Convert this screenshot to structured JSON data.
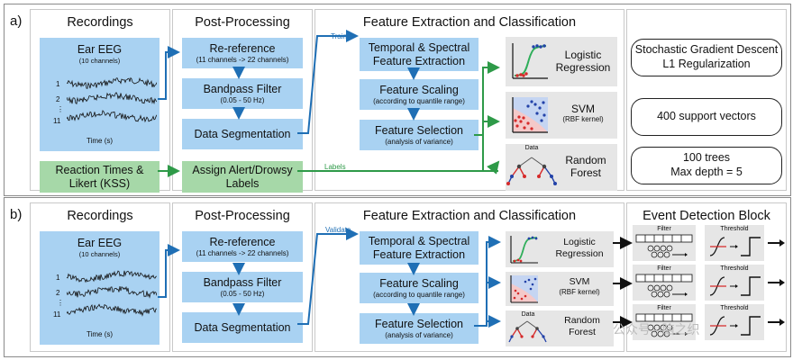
{
  "panel_a": {
    "label": "a)",
    "recordings": {
      "title": "Recordings",
      "eeg_title": "Ear EEG",
      "eeg_sub": "(10 channels)",
      "channel_labels": [
        "1",
        "2",
        "⋮",
        "11"
      ],
      "time_label": "Time (s)",
      "reaction_box": [
        "Reaction Times &",
        "Likert (KSS)"
      ]
    },
    "post": {
      "title": "Post-Processing",
      "reref": {
        "main": "Re-reference",
        "sub": "(11 channels -> 22 channels)"
      },
      "bandpass": {
        "main": "Bandpass Filter",
        "sub": "(0.05 - 50 Hz)"
      },
      "segmentation": "Data Segmentation",
      "assign": [
        "Assign Alert/Drowsy",
        "Labels"
      ]
    },
    "feat": {
      "title": "Feature Extraction and Classification",
      "edge_train": "Train",
      "edge_labels": "Labels",
      "temporal": [
        "Temporal & Spectral",
        "Feature Extraction"
      ],
      "scaling": {
        "main": "Feature Scaling",
        "sub": "(according to quantile range)"
      },
      "selection": {
        "main": "Feature Selection",
        "sub": "(analysis of variance)"
      },
      "logistic": [
        "Logistic",
        "Regression"
      ],
      "svm": "SVM",
      "svm_sub": "(RBF kernel)",
      "rf": [
        "Random",
        "Forest"
      ],
      "rf_data": "Data"
    },
    "params": {
      "sgd": [
        "Stochastic Gradient Descent",
        "L1 Regularization"
      ],
      "sv": "400 support vectors",
      "trees": [
        "100 trees",
        "Max depth = 5"
      ]
    }
  },
  "panel_b": {
    "label": "b)",
    "recordings": {
      "title": "Recordings",
      "eeg_title": "Ear EEG",
      "eeg_sub": "(10 channels)",
      "channel_labels": [
        "1",
        "2",
        "⋮",
        "11"
      ],
      "time_label": "Time (s)"
    },
    "post": {
      "title": "Post-Processing",
      "reref": {
        "main": "Re-reference",
        "sub": "(11 channels -> 22 channels)"
      },
      "bandpass": {
        "main": "Bandpass Filter",
        "sub": "(0.05 - 50 Hz)"
      },
      "segmentation": "Data Segmentation"
    },
    "feat": {
      "title": "Feature Extraction and Classification",
      "edge_validate": "Validate",
      "temporal": [
        "Temporal & Spectral",
        "Feature Extraction"
      ],
      "scaling": {
        "main": "Feature Scaling",
        "sub": "(according to quantile range)"
      },
      "selection": {
        "main": "Feature Selection",
        "sub": "(analysis of variance)"
      },
      "logistic": [
        "Logistic",
        "Regression"
      ],
      "svm": "SVM",
      "svm_sub": "(RBF kernel)",
      "rf": [
        "Random",
        "Forest"
      ],
      "rf_data": "Data"
    },
    "event": {
      "title": "Event Detection Block",
      "filter_label": "Filter",
      "threshold_label": "Threshold"
    }
  },
  "watermark": "公众号 · 脑之织",
  "colors": {
    "process_box": "#a9d2f2",
    "label_box": "#a6d8a8",
    "classifier_box": "#e6e6e6",
    "flow_arrow": "#1f6fb5",
    "label_arrow": "#2e9a48"
  }
}
